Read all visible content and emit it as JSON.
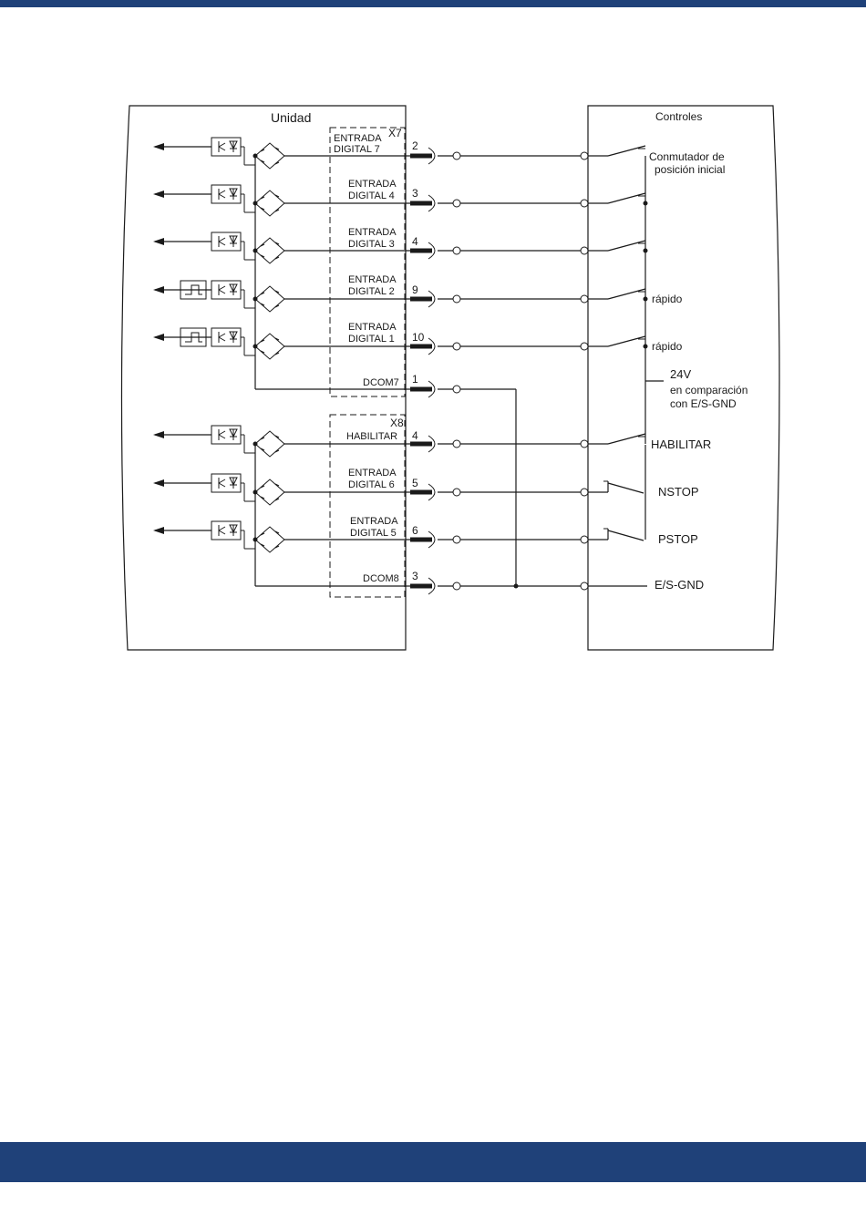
{
  "diagram": {
    "unit_title": "Unidad",
    "controls_title": "Controles",
    "connectors": [
      "X7",
      "X8"
    ],
    "rows": [
      {
        "pin": "2",
        "label_line1": "ENTRADA",
        "label_line2": "DIGITAL 7",
        "connector": "X7",
        "control": "Conmutador de",
        "control_line2": "posición inicial"
      },
      {
        "pin": "3",
        "label_line1": "ENTRADA",
        "label_line2": "DIGITAL 4",
        "connector": "X7",
        "control": "",
        "control_line2": ""
      },
      {
        "pin": "4",
        "label_line1": "ENTRADA",
        "label_line2": "DIGITAL 3",
        "connector": "X7",
        "control": "",
        "control_line2": ""
      },
      {
        "pin": "9",
        "label_line1": "ENTRADA",
        "label_line2": "DIGITAL 2",
        "connector": "X7",
        "control": "rápido",
        "control_line2": ""
      },
      {
        "pin": "10",
        "label_line1": "ENTRADA",
        "label_line2": "DIGITAL 1",
        "connector": "X7",
        "control": "rápido",
        "control_line2": ""
      },
      {
        "pin": "1",
        "label_line1": "DCOM7",
        "label_line2": "",
        "connector": "X7",
        "control": "",
        "control_line2": ""
      },
      {
        "pin": "4",
        "label_line1": "HABILITAR",
        "label_line2": "",
        "connector": "X8",
        "control": "HABILITAR",
        "control_line2": ""
      },
      {
        "pin": "5",
        "label_line1": "ENTRADA",
        "label_line2": "DIGITAL 6",
        "connector": "X8",
        "control": "NSTOP",
        "control_line2": ""
      },
      {
        "pin": "6",
        "label_line1": "ENTRADA",
        "label_line2": "DIGITAL 5",
        "connector": "X8",
        "control": "PSTOP",
        "control_line2": ""
      },
      {
        "pin": "3",
        "label_line1": "DCOM8",
        "label_line2": "",
        "connector": "X8",
        "control": "E/S-GND",
        "control_line2": ""
      }
    ],
    "supply": {
      "voltage": "24V",
      "line2": "en comparación",
      "line3": "con E/S-GND"
    }
  },
  "colors": {
    "band": "#1f4179",
    "line": "#1a1a1a"
  }
}
